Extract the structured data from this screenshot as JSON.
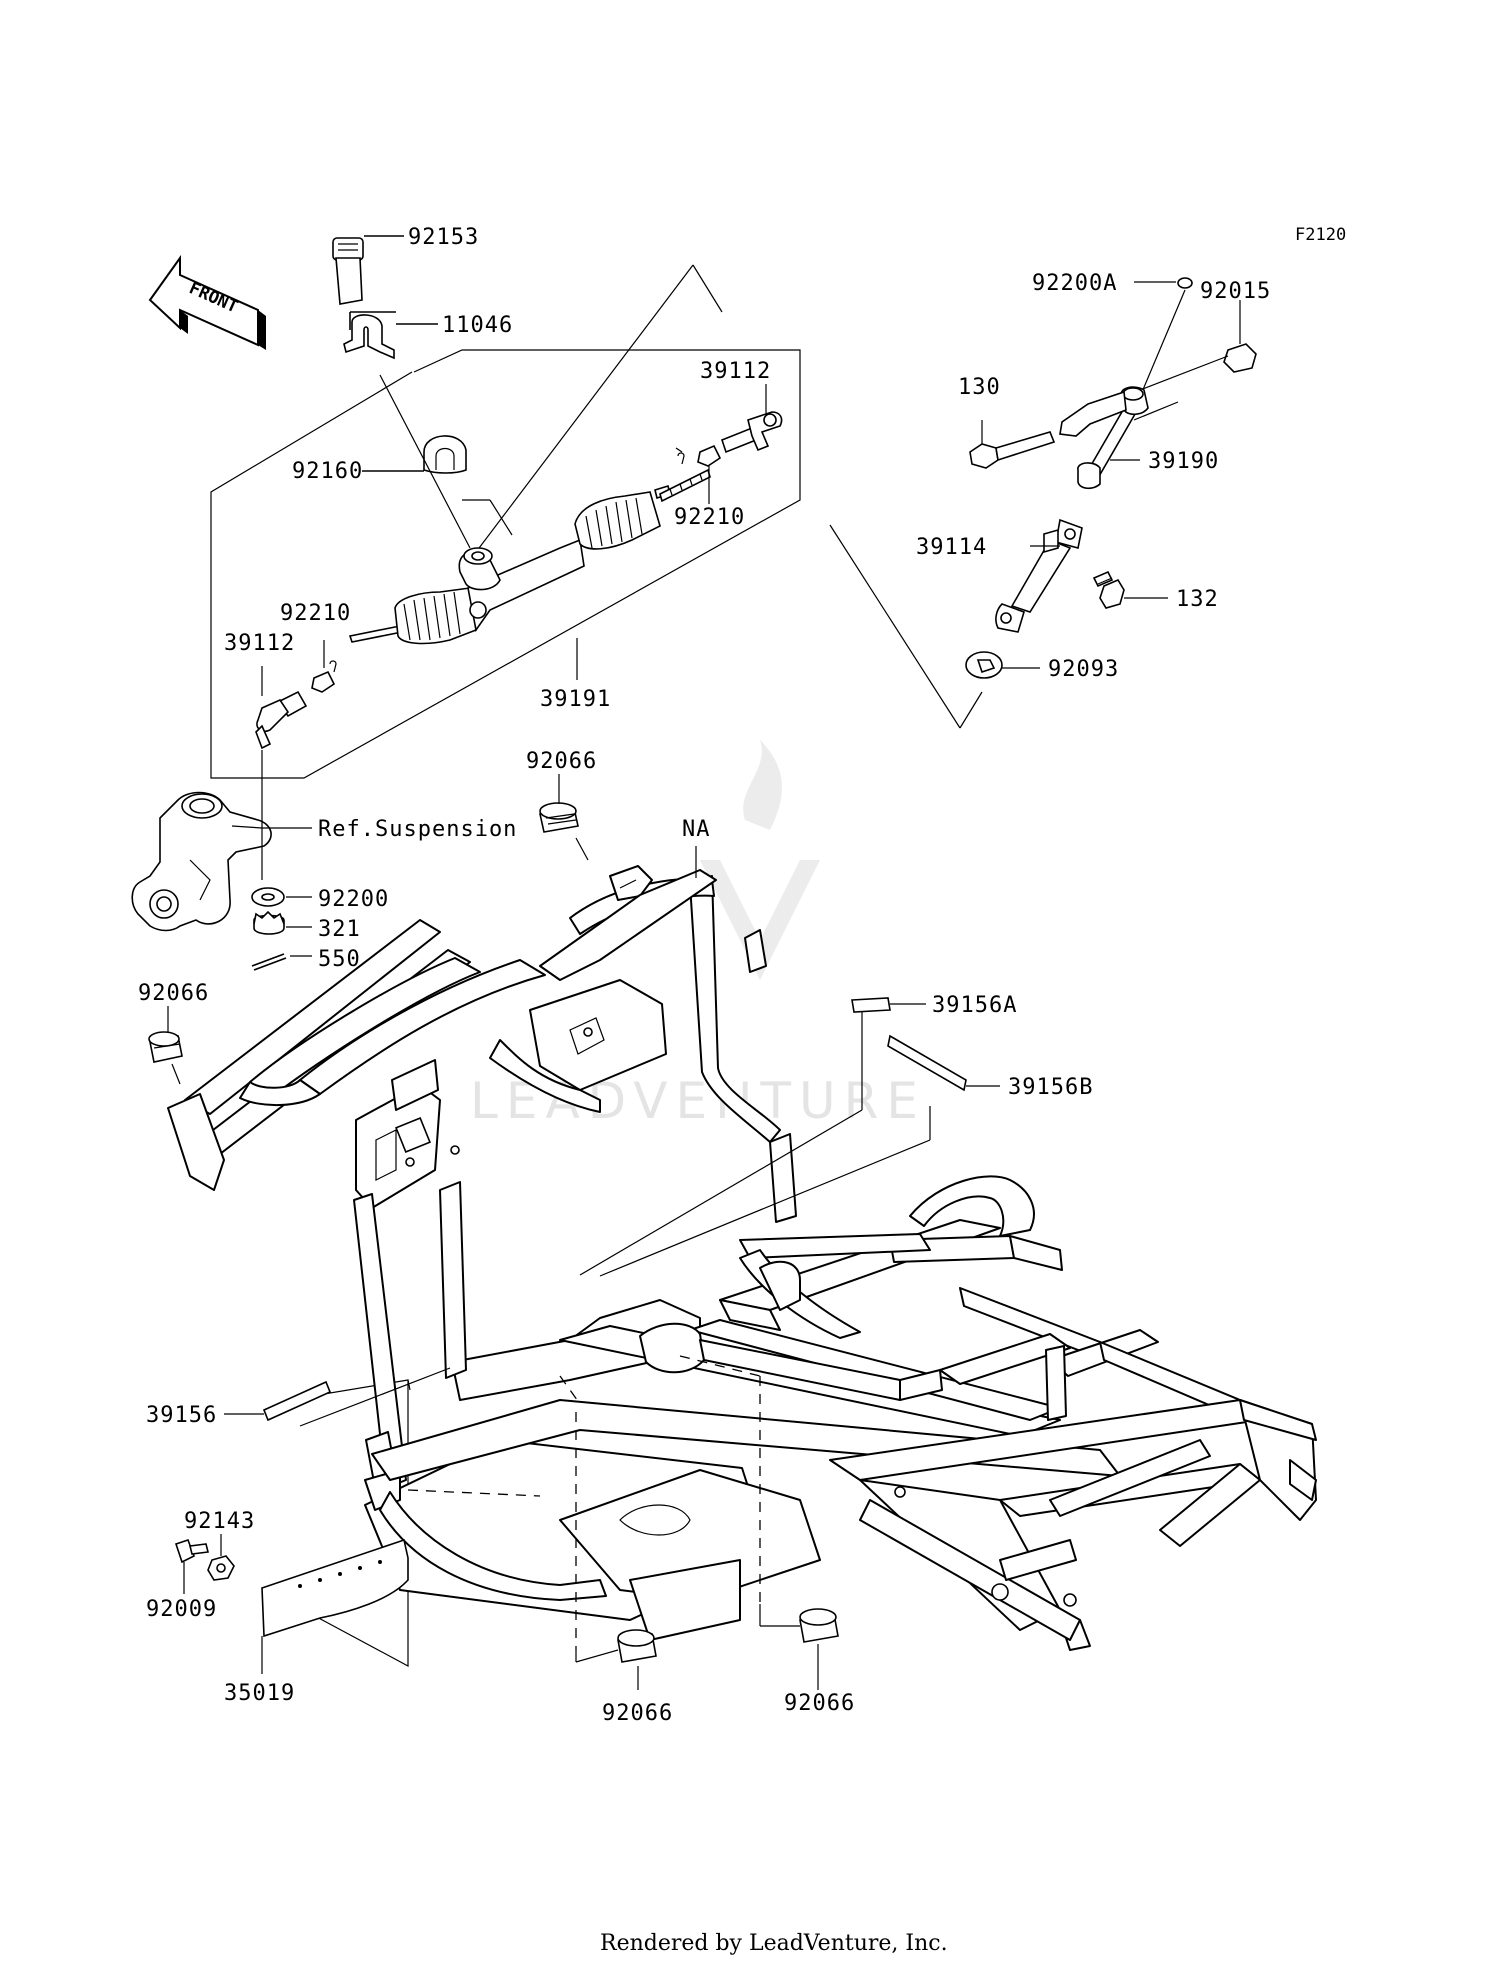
{
  "diagram": {
    "figure_code": "F2120",
    "front_arrow_label": "FRONT",
    "watermark": "LEADVENTURE",
    "footer": "Rendered by LeadVenture, Inc.",
    "callouts": {
      "p92153": "92153",
      "p11046": "11046",
      "p92160": "92160",
      "p39112_right": "39112",
      "p92210_right": "92210",
      "p92210_left": "92210",
      "p39112_left": "39112",
      "p39191": "39191",
      "p92066_top": "92066",
      "ref_suspension": "Ref.Suspension",
      "p92200": "92200",
      "p321": "321",
      "p550": "550",
      "na": "NA",
      "p92066_left": "92066",
      "p39156a": "39156A",
      "p39156b": "39156B",
      "p39156": "39156",
      "p92143": "92143",
      "p92009": "92009",
      "p35019": "35019",
      "p92066_bottom_left": "92066",
      "p92066_bottom_right": "92066",
      "p92200a": "92200A",
      "p92015": "92015",
      "p130": "130",
      "p39190": "39190",
      "p39114": "39114",
      "p132": "132",
      "p92093": "92093"
    }
  }
}
